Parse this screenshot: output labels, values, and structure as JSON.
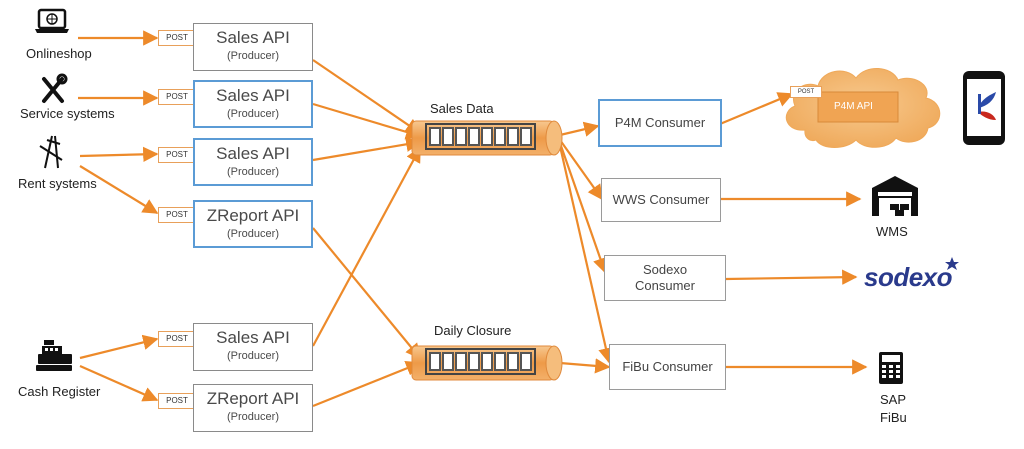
{
  "sources": {
    "onlineshop": "Onlineshop",
    "service": "Service systems",
    "rent": "Rent systems",
    "cash": "Cash Register"
  },
  "post_label": "POST",
  "producers": [
    {
      "title": "Sales API",
      "subtitle": "(Producer)"
    },
    {
      "title": "Sales API",
      "subtitle": "(Producer)"
    },
    {
      "title": "Sales API",
      "subtitle": "(Producer)"
    },
    {
      "title": "ZReport API",
      "subtitle": "(Producer)"
    },
    {
      "title": "Sales API",
      "subtitle": "(Producer)"
    },
    {
      "title": "ZReport API",
      "subtitle": "(Producer)"
    }
  ],
  "topics": {
    "sales": "Sales Data",
    "closure": "Daily Closure"
  },
  "consumers": {
    "p4m": "P4M Consumer",
    "wws": "WWS Consumer",
    "sodexo_1": "Sodexo",
    "sodexo_2": "Consumer",
    "fibu": "FiBu Consumer"
  },
  "targets": {
    "p4m_api": "P4M API",
    "wms": "WMS",
    "sodexo_logo": "sodexo",
    "sap_1": "SAP",
    "sap_2": "FiBu"
  },
  "colors": {
    "arrow": "#ed8a2a",
    "blue_border": "#5b9bd5",
    "queue": "#f0a050",
    "cloud": "#f2b56b",
    "sodexo": "#2a3a8c"
  }
}
